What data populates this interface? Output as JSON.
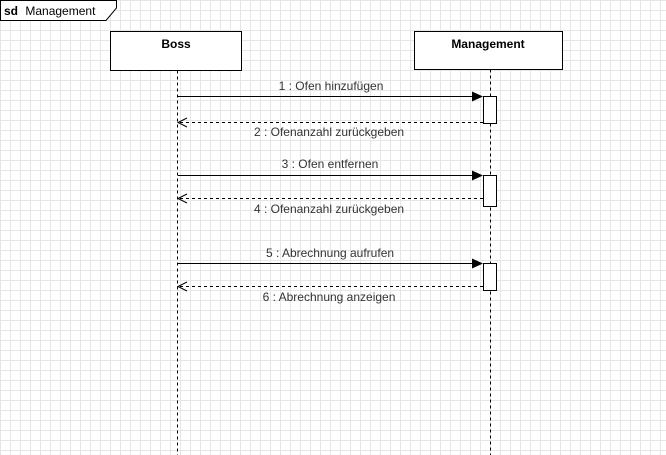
{
  "frame": {
    "keyword": "sd",
    "name": "Management"
  },
  "lifelines": [
    {
      "name": "Boss"
    },
    {
      "name": "Management"
    }
  ],
  "messages": [
    {
      "label": "1 : Ofen hinzufügen",
      "kind": "synchronous-call"
    },
    {
      "label": "2 : Ofenanzahl zurückgeben",
      "kind": "return"
    },
    {
      "label": "3 : Ofen entfernen",
      "kind": "synchronous-call"
    },
    {
      "label": "4 : Ofenanzahl zurückgeben",
      "kind": "return"
    },
    {
      "label": "5 : Abrechnung aufrufen",
      "kind": "synchronous-call"
    },
    {
      "label": "6 : Abrechnung anzeigen",
      "kind": "return"
    }
  ],
  "colors": {
    "line": "#000000",
    "label": "#333333",
    "grid": "#e6e6e6"
  }
}
